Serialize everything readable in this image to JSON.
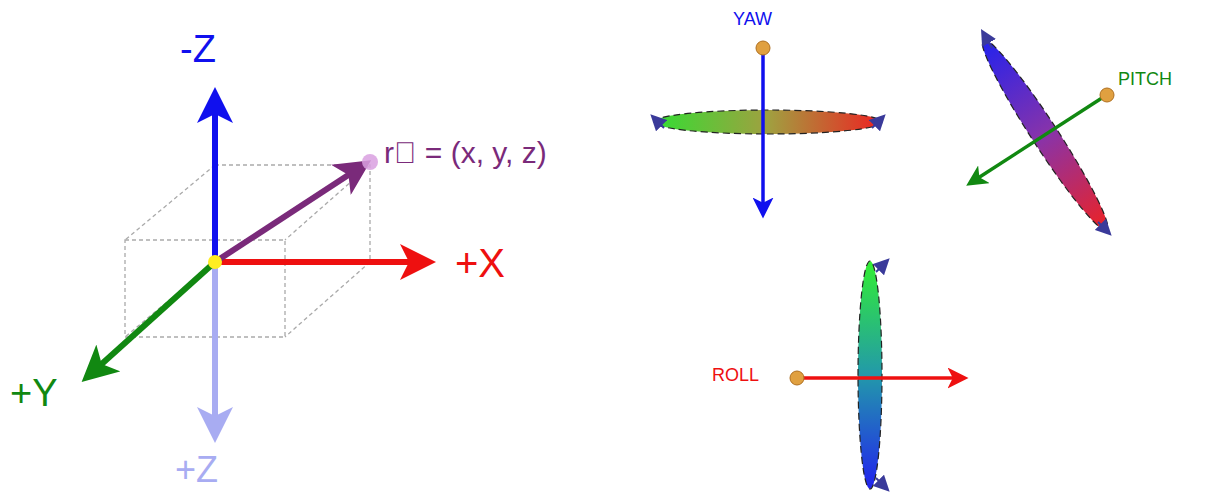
{
  "diagram": {
    "labels": [
      "-Z",
      "+X",
      "+Y",
      "+Z",
      "r⃗ = (x, y, z)",
      "YAW",
      "PITCH",
      "ROLL"
    ]
  }
}
